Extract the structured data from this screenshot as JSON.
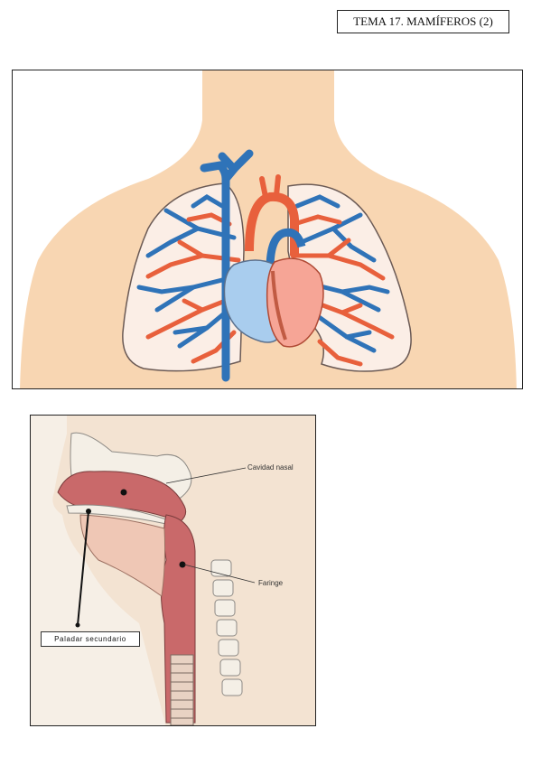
{
  "header": {
    "title": "TEMA 17. MAMÍFEROS (2)"
  },
  "figure_heart_lungs": {
    "colors": {
      "skin": "#f8d6b2",
      "lung": "#fbeee6",
      "artery": "#e8603c",
      "vein": "#2f73b8",
      "heart_right": "#a9cdee",
      "heart_left": "#f6a596"
    }
  },
  "figure_airway": {
    "labels": {
      "nasal_cavity": "Cavidad nasal",
      "pharynx": "Faringe",
      "secondary_palate": "Paladar secundario"
    },
    "colors": {
      "tissue": "#c9696a",
      "bone": "#f4efe6",
      "background": "#f6efe6"
    }
  }
}
